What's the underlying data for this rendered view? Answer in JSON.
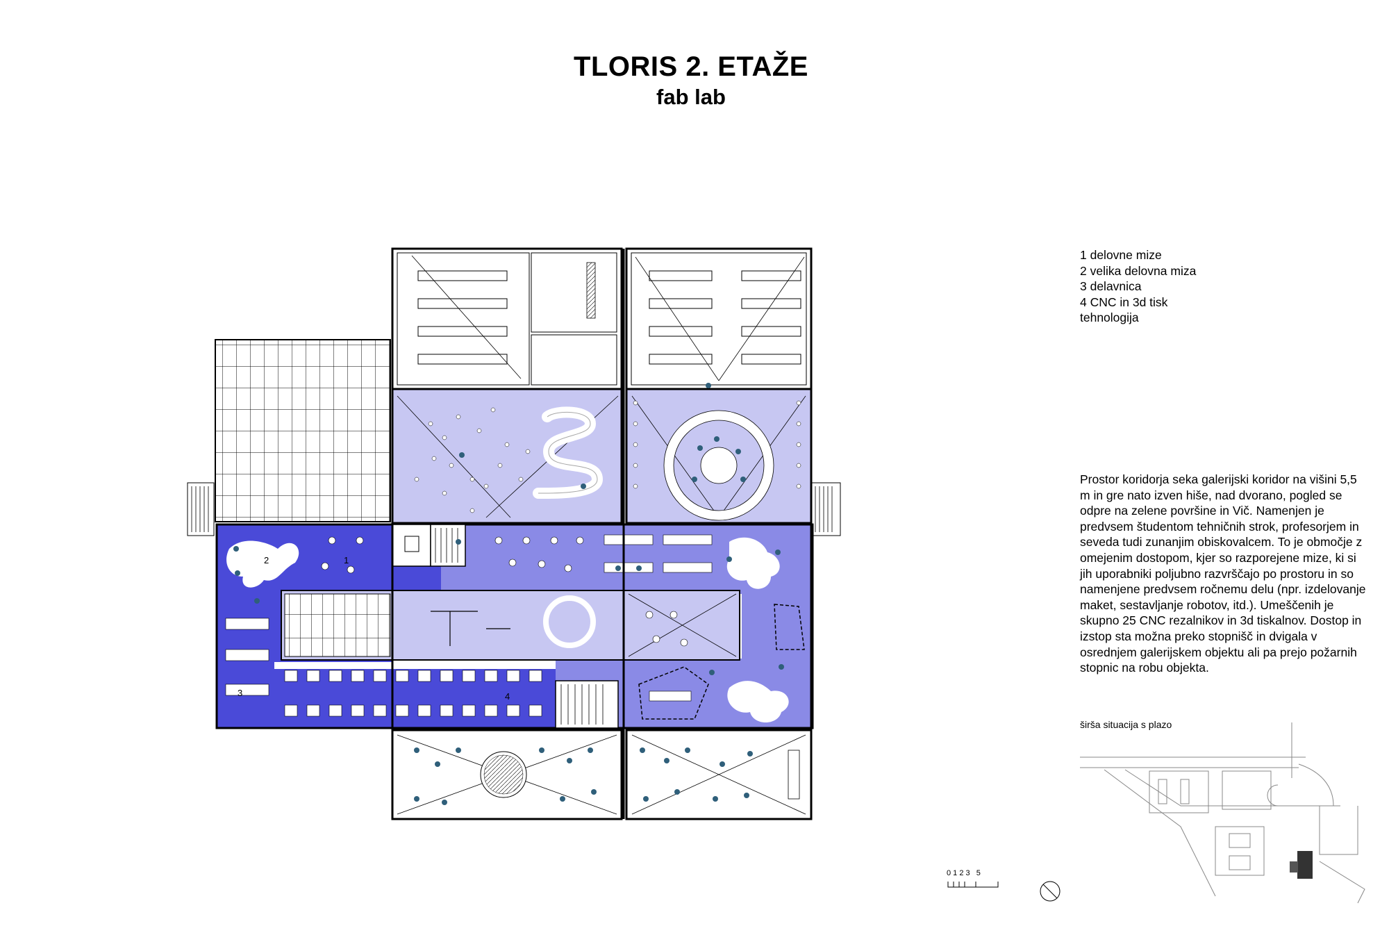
{
  "header": {
    "title": "TLORIS 2. ETAŽE",
    "subtitle": "fab lab"
  },
  "legend": {
    "items": [
      "1 delovne mize",
      "2 velika delovna miza",
      "3 delavnica",
      "4 CNC in 3d tisk",
      "tehnologija"
    ]
  },
  "description": "Prostor koridorja seka galerijski koridor na višini 5,5 m in gre nato izven hiše, nad dvorano, pogled se odpre na zelene površine in Vič. Namenjen je predvsem študentom tehničnih strok, profesorjem in seveda tudi zunanjim obiskovalcem. To je območje z omejenim dostopom, kjer so razporejene mize, ki si jih uporabniki poljubno razvrščajo po prostoru in so namenjene predvsem ročnemu delu (npr. izdelovanje maket, sestavljanje robotov, itd.). Umeščenih je skupno 25 CNC rezalnikov in 3d tiskalnov. Dostop in izstop sta možna preko stopnišč in dvigala v osrednjem galerijskem objektu ali pa prejo požarnih stopnic na robu objekta.",
  "situation_label": "širša situacija s plazo",
  "plan_labels": [
    "1",
    "2",
    "3",
    "4"
  ],
  "scale_bar": "0 1 2 3   5",
  "colors": {
    "zone_dark": "#4a4ad8",
    "zone_mid": "#8a8ae6",
    "zone_light": "#c7c7f2",
    "figure": "#2f5f7a",
    "line": "#000000"
  },
  "icons": [
    "north-arrow-icon",
    "scale-bar-icon"
  ]
}
